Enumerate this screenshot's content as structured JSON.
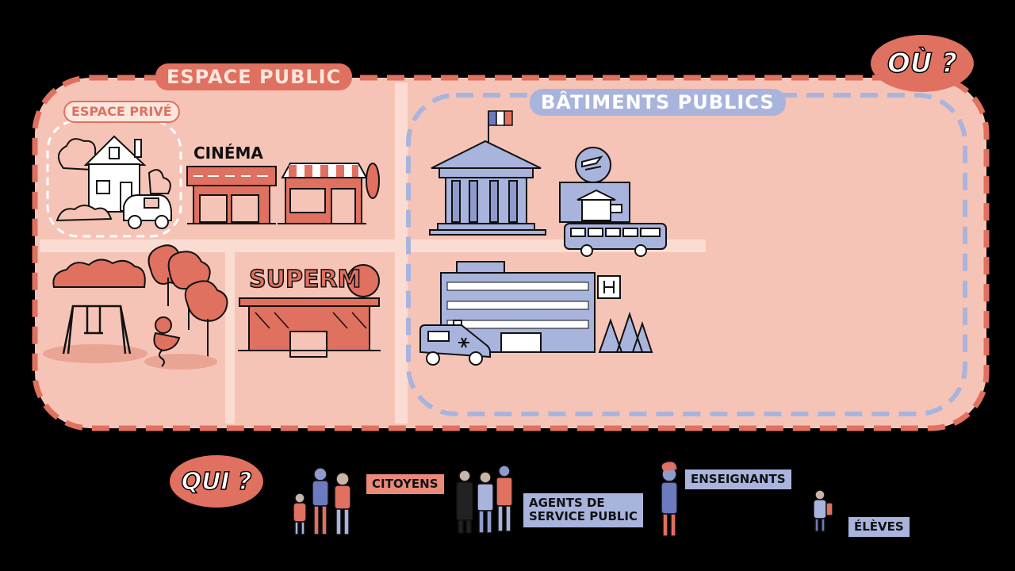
{
  "where": {
    "question": "Où ?",
    "espace_public": "Espace public",
    "espace_prive": "Espace privé",
    "batiments_publics": "Bâtiments publics",
    "cinema_sign": "Cinéma",
    "supermarket_sign": "SuperM"
  },
  "who": {
    "question": "Qui ?",
    "groups": [
      {
        "label": "Citoyens"
      },
      {
        "label_line1": "Agents de",
        "label_line2": "service public"
      },
      {
        "label": "Enseignants"
      },
      {
        "label": "Élèves"
      }
    ]
  },
  "colors": {
    "background": "#000000",
    "public_space_fill": "#f6c4b6",
    "salmon_accent": "#e0705f",
    "blue_accent": "#a9b4dd",
    "tag_salmon": "#ec8a7a",
    "tag_blue": "#a9b4dd"
  },
  "icons": [
    "house-icon",
    "car-icon",
    "cinema-icon",
    "bakery-icon",
    "city-hall-icon",
    "french-flag-icon",
    "post-office-icon",
    "bus-icon",
    "park-icon",
    "swing-icon",
    "tree-icon",
    "spring-rider-icon",
    "supermarket-icon",
    "hospital-icon",
    "ambulance-icon",
    "people-icon"
  ]
}
